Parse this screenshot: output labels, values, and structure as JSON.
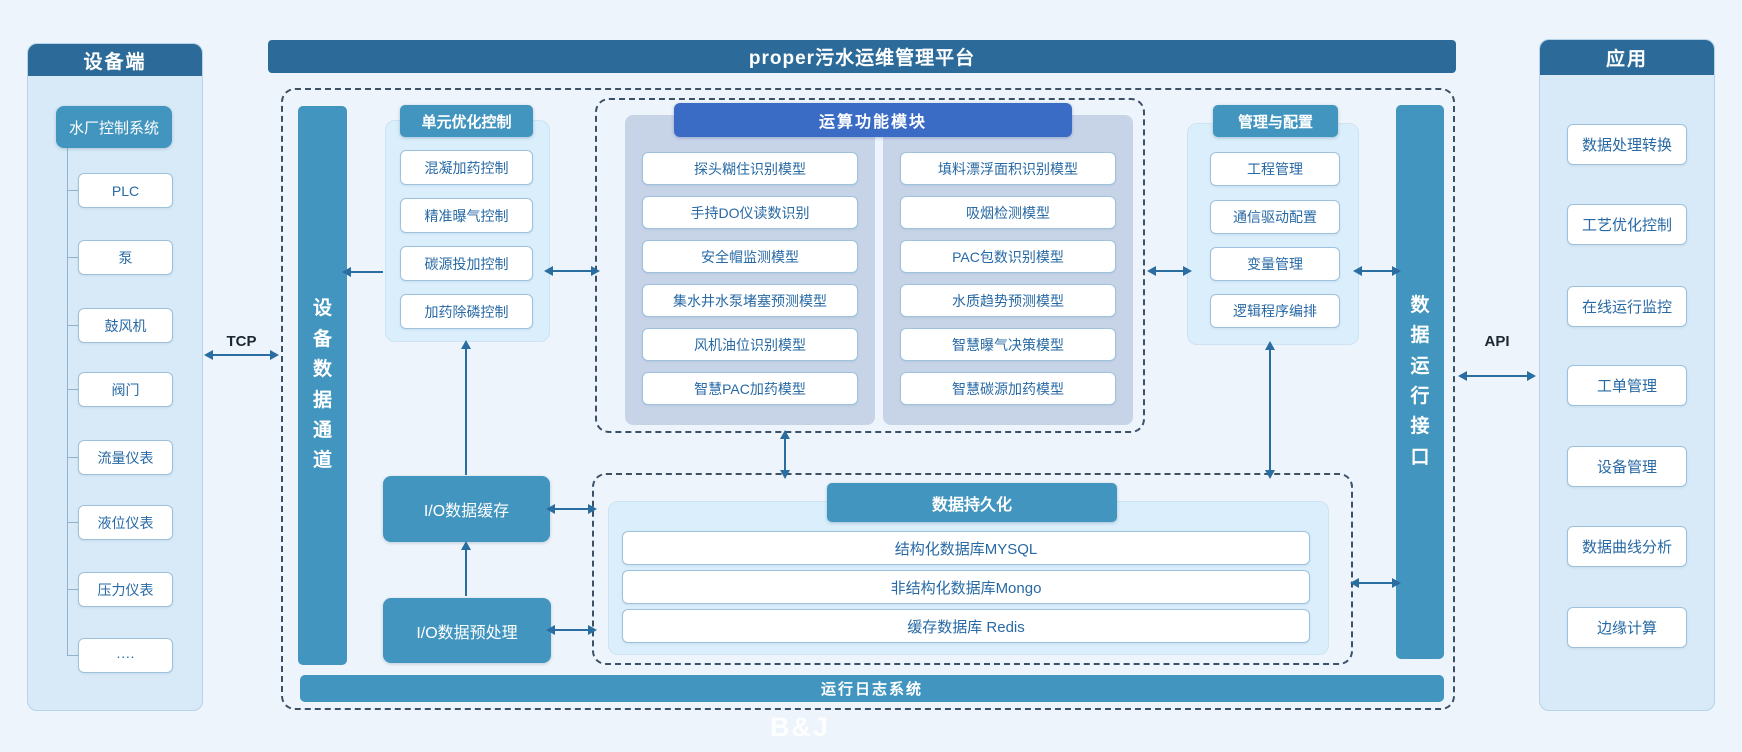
{
  "diagram": {
    "watermark": "B&J",
    "connections": {
      "tcp": "TCP",
      "api": "API"
    },
    "device_side": {
      "title": "设备端",
      "control_system": "水厂控制系统",
      "devices": [
        "PLC",
        "泵",
        "鼓风机",
        "阀门",
        "流量仪表",
        "液位仪表",
        "压力仪表",
        "····"
      ]
    },
    "platform": {
      "title": "proper污水运维管理平台",
      "device_data_channel": "设备数据通道",
      "data_run_interface": "数据运行接口",
      "log_system": "运行日志系统",
      "io_cache": "I/O数据缓存",
      "io_preprocess": "I/O数据预处理",
      "unit_optimize": {
        "title": "单元优化控制",
        "items": [
          "混凝加药控制",
          "精准曝气控制",
          "碳源投加控制",
          "加药除磷控制"
        ]
      },
      "compute": {
        "title": "运算功能模块",
        "col1": [
          "探头糊住识别模型",
          "手持DO仪读数识别",
          "安全帽监测模型",
          "集水井水泵堵塞预测模型",
          "风机油位识别模型",
          "智慧PAC加药模型"
        ],
        "col2": [
          "填料漂浮面积识别模型",
          "吸烟检测模型",
          "PAC包数识别模型",
          "水质趋势预测模型",
          "智慧曝气决策模型",
          "智慧碳源加药模型"
        ]
      },
      "manage": {
        "title": "管理与配置",
        "items": [
          "工程管理",
          "通信驱动配置",
          "变量管理",
          "逻辑程序编排"
        ]
      },
      "persistence": {
        "title": "数据持久化",
        "items": [
          "结构化数据库MYSQL",
          "非结构化数据库Mongo",
          "缓存数据库 Redis"
        ]
      }
    },
    "application": {
      "title": "应用",
      "items": [
        "数据处理转换",
        "工艺优化控制",
        "在线运行监控",
        "工单管理",
        "设备管理",
        "数据曲线分析",
        "边缘计算"
      ]
    },
    "colors": {
      "header_dark": "#2c6b99",
      "teal": "#4295be",
      "royal_blue": "#3a6cc6",
      "panel_bg": "#d8eaf7",
      "group_bg": "#dbeefb",
      "column_bg": "#c7d4e8",
      "box_border": "#9ec2dd",
      "box_text": "#2769a4",
      "arrow": "#2a6da0",
      "dashed_border": "#3c5066",
      "page_bg": "#eef4fb"
    }
  }
}
